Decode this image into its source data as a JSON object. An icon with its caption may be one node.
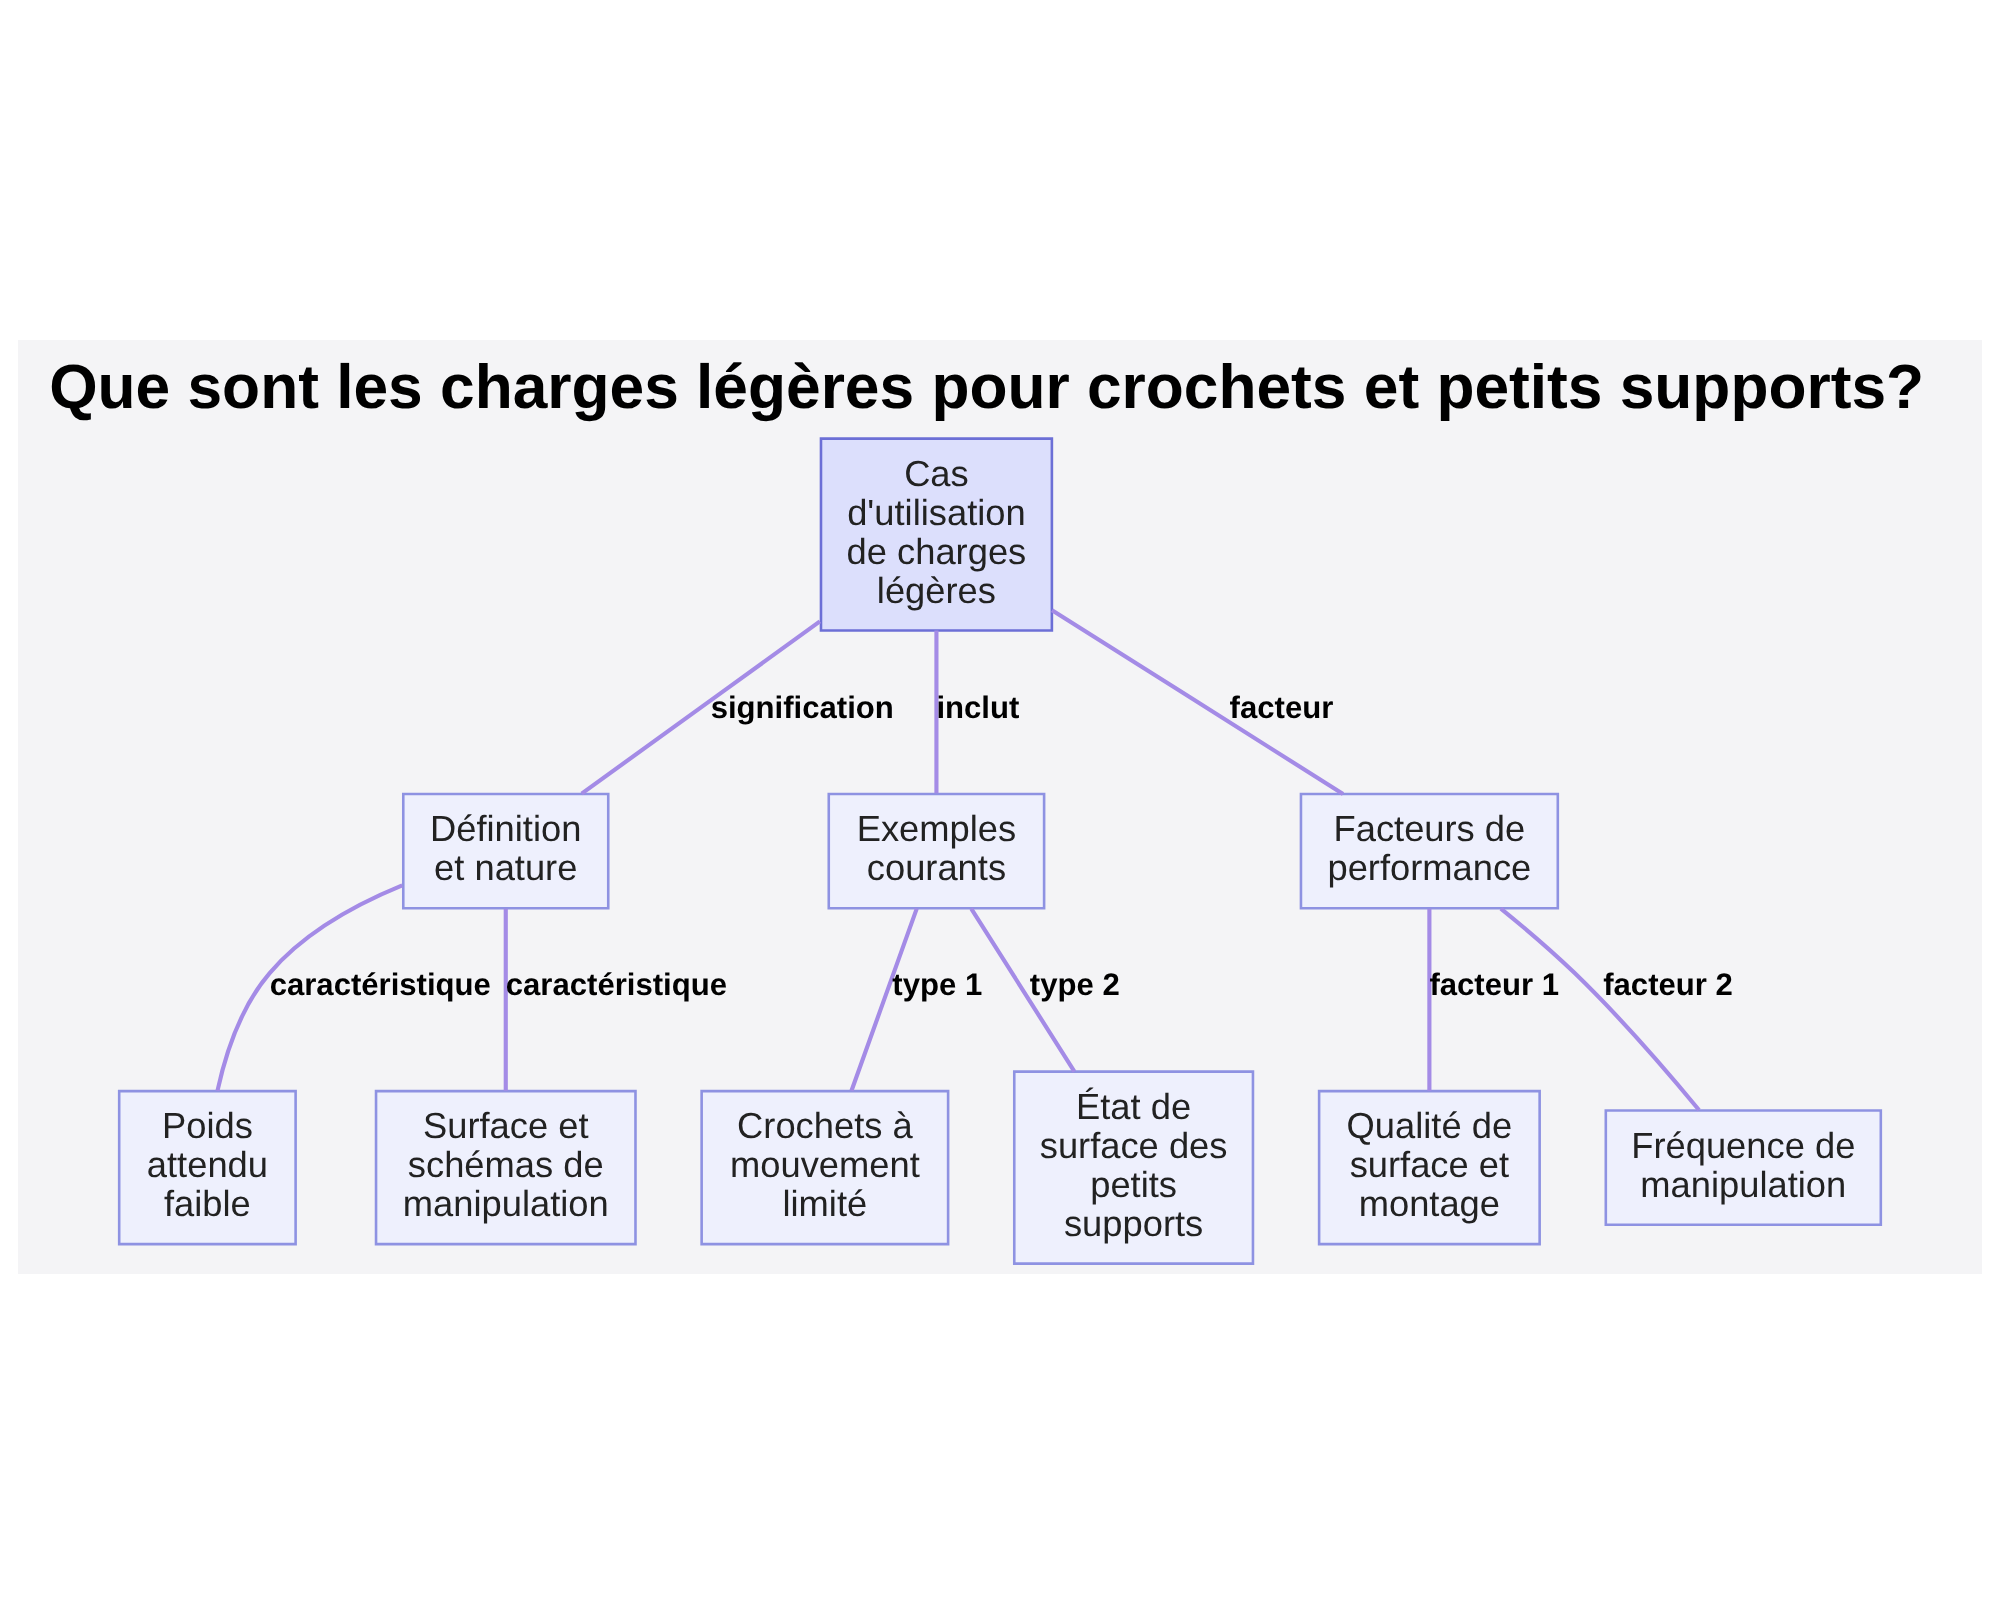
{
  "diagram": {
    "title": "Que sont les charges légères pour crochets et petits supports?",
    "nodes": [
      {
        "text": [
          "Cas d'utilisation de charges légères"
        ]
      },
      {
        "text": [
          "Définition et nature"
        ]
      },
      {
        "text": [
          "Exemples courants"
        ]
      },
      {
        "text": [
          "Facteurs de performance"
        ]
      },
      {
        "text": [
          "Poids attendu faible"
        ]
      },
      {
        "text": [
          "Surface et schémas de manipulation"
        ]
      },
      {
        "text": [
          "Crochets à mouvement limité"
        ]
      },
      {
        "text": [
          "État de surface des petits supports"
        ]
      },
      {
        "text": [
          "Qualité de surface et montage"
        ]
      },
      {
        "text": [
          "Fréquence de manipulation"
        ]
      }
    ],
    "edges": [
      {
        "from": 0,
        "to": 1,
        "arrow": "none",
        "label": "signification"
      },
      {
        "from": 0,
        "to": 2,
        "arrow": "none",
        "label": "inclut"
      },
      {
        "from": 0,
        "to": 3,
        "arrow": "none",
        "label": "facteur"
      },
      {
        "from": 1,
        "to": 4,
        "arrow": "none",
        "label": "caractéristique"
      },
      {
        "from": 1,
        "to": 5,
        "arrow": "none",
        "label": "caractéristique"
      },
      {
        "from": 2,
        "to": 6,
        "arrow": "none",
        "label": "type 1"
      },
      {
        "from": 2,
        "to": 7,
        "arrow": "none",
        "label": "type 2"
      },
      {
        "from": 3,
        "to": 8,
        "arrow": "none",
        "label": "facteur 1"
      },
      {
        "from": 3,
        "to": 9,
        "arrow": "none",
        "label": "facteur 2"
      }
    ]
  }
}
